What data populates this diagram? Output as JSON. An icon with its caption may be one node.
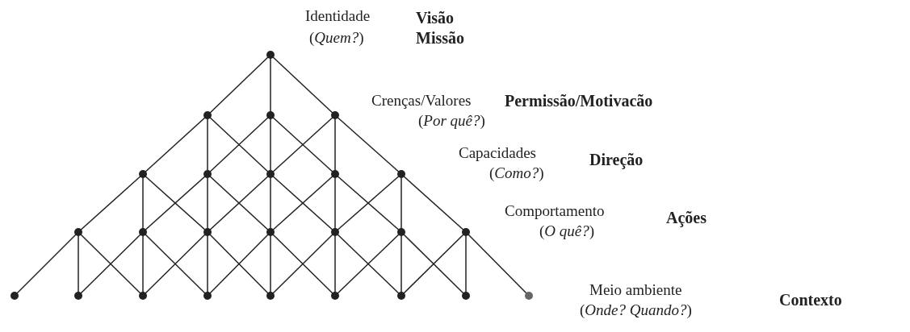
{
  "diagram": {
    "labels": [
      "Identidade",
      "(*Quem?*)",
      "Visão",
      "Missão",
      "Crenças/Valores",
      "(*Por quê?*)",
      "Permissão/Motivacão",
      "Capacidades",
      "(*Como?*)",
      "Direção",
      "Comportamento",
      "(*O quê?*)",
      "Ações",
      "Meio ambiente",
      "(*Onde? Quando?*)",
      "Contexto"
    ]
  }
}
